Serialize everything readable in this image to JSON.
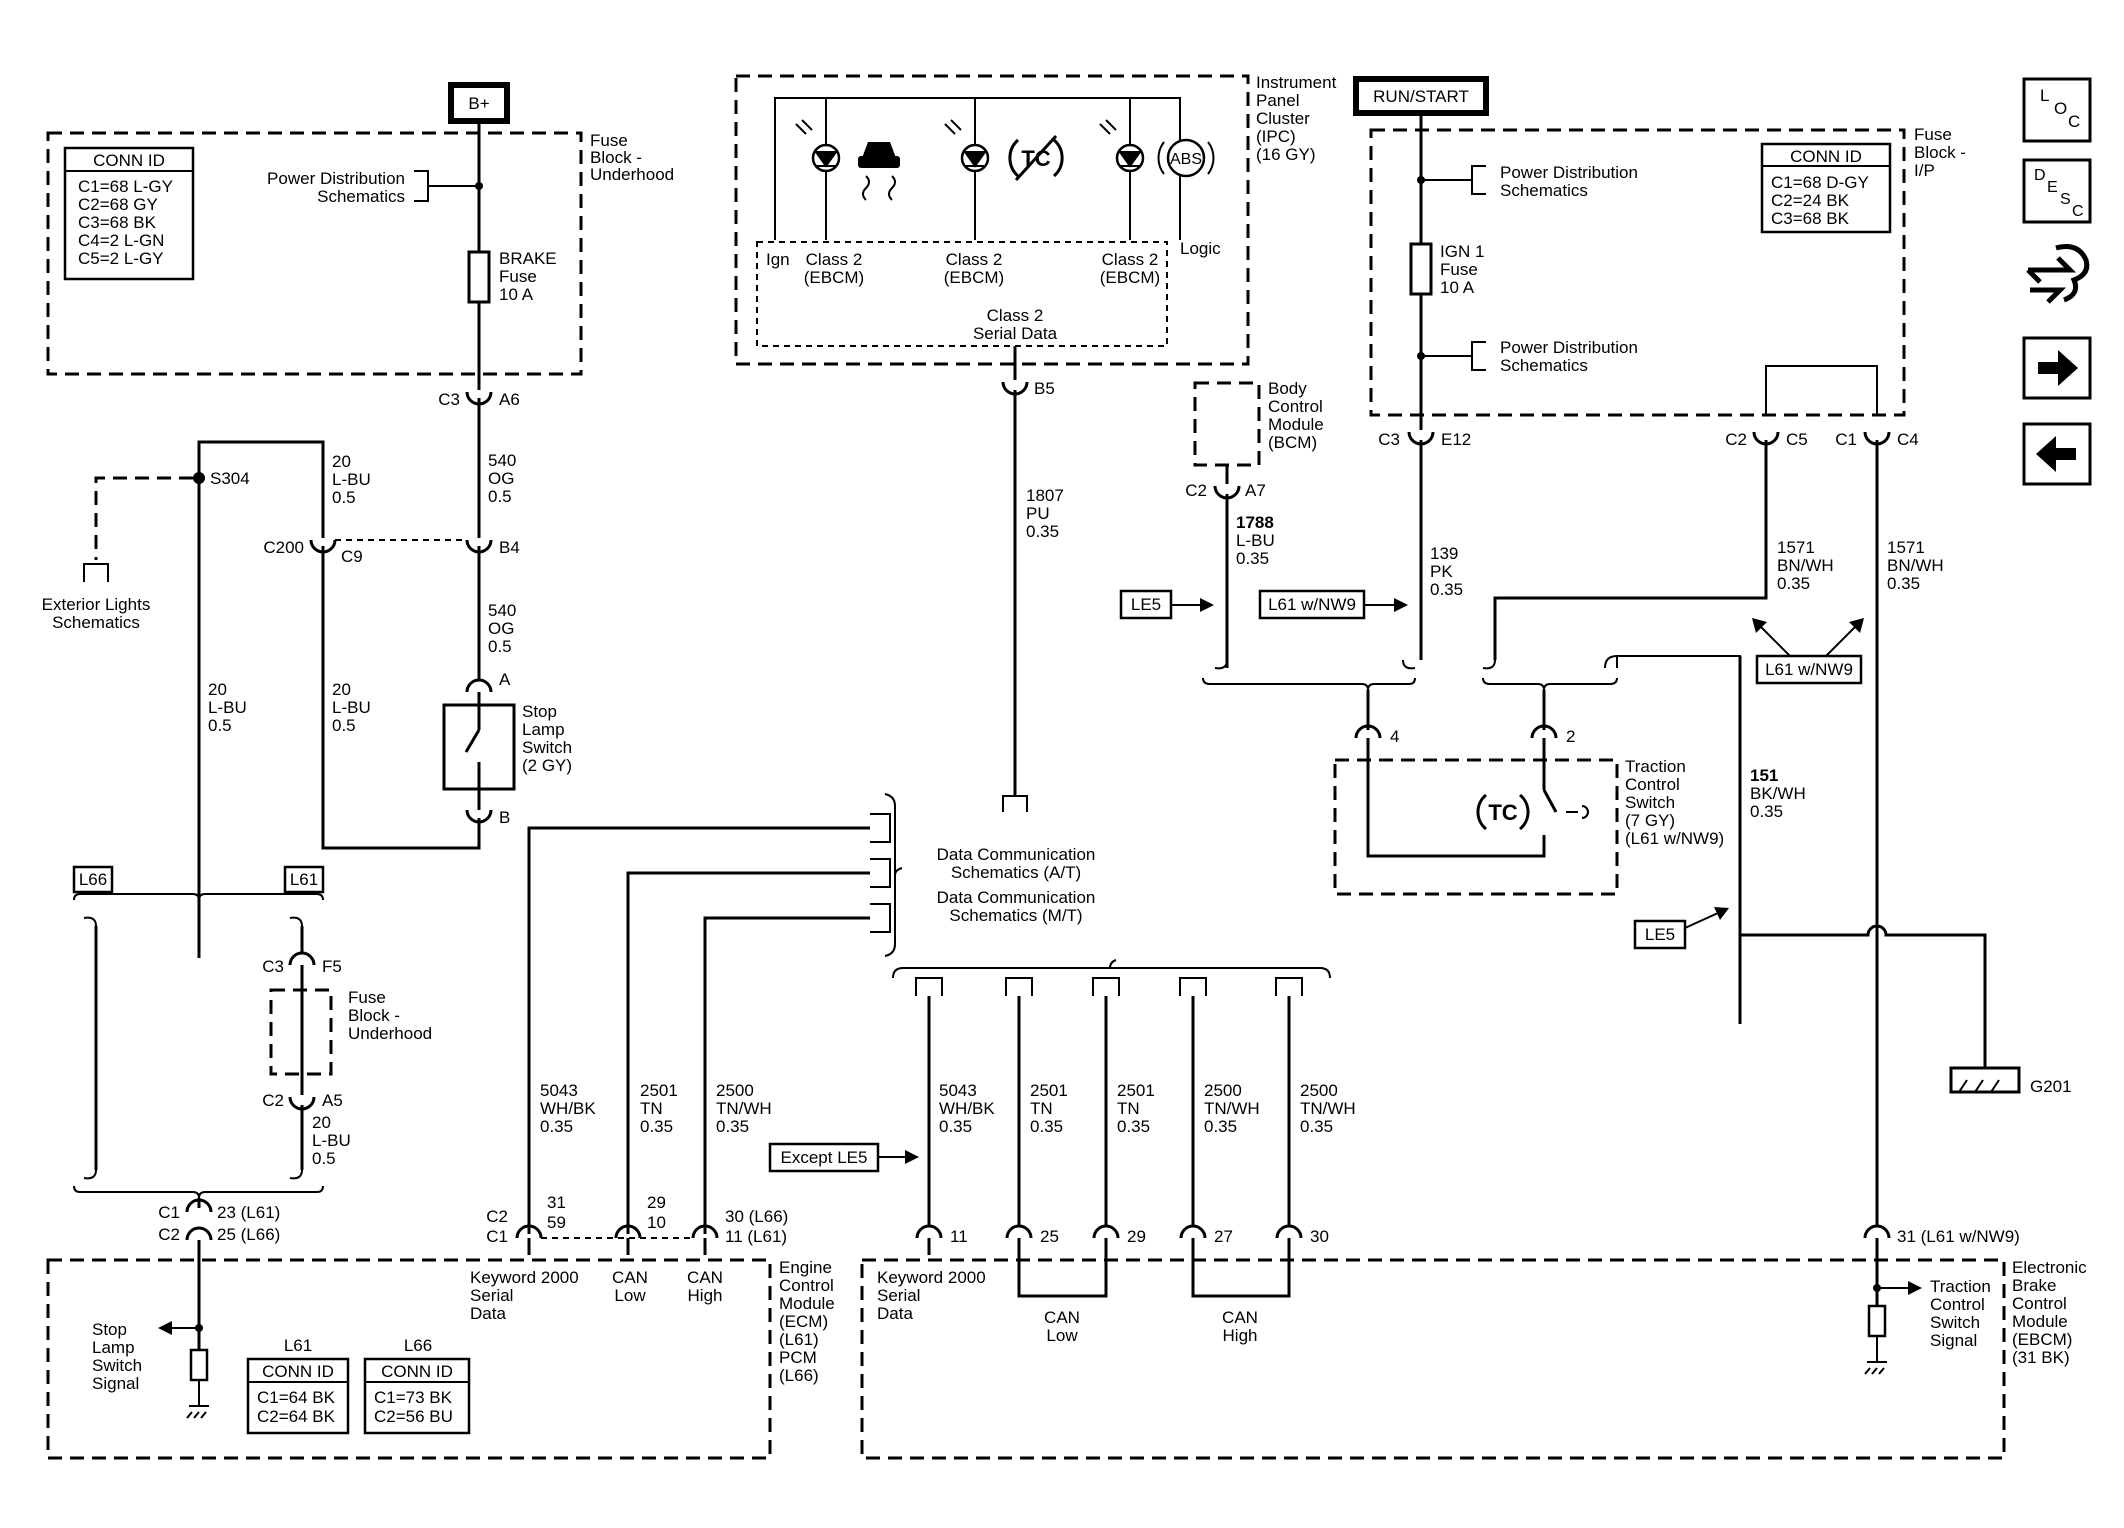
{
  "power": {
    "b_plus": "B+",
    "run_start": "RUN/START"
  },
  "fuse_block_underhood": {
    "title": [
      "Fuse",
      "Block -",
      "Underhood"
    ],
    "conn_id_title": "CONN ID",
    "conn_ids": [
      "C1=68 L-GY",
      "C2=68 GY",
      "C3=68 BK",
      "C4=2 L-GN",
      "C5=2 L-GY"
    ],
    "power_distribution": [
      "Power Distribution",
      "Schematics"
    ],
    "fuse": [
      "BRAKE",
      "Fuse",
      "10 A"
    ],
    "conn_left": "C3",
    "conn_right": "A6"
  },
  "fuse_block_ip": {
    "title": [
      "Fuse",
      "Block -",
      "I/P"
    ],
    "conn_id_title": "CONN ID",
    "conn_ids": [
      "C1=68 D-GY",
      "C2=24 BK",
      "C3=68 BK"
    ],
    "power_distribution_1": [
      "Power Distribution",
      "Schematics"
    ],
    "power_distribution_2": [
      "Power Distribution",
      "Schematics"
    ],
    "fuse": [
      "IGN 1",
      "Fuse",
      "10 A"
    ],
    "c3": "C3",
    "e12": "E12",
    "c2": "C2",
    "c5": "C5",
    "c1": "C1",
    "c4": "C4"
  },
  "ipc": {
    "title": [
      "Instrument",
      "Panel",
      "Cluster",
      "(IPC)",
      "(16 GY)"
    ],
    "ign": "Ign",
    "logic": "Logic",
    "class2_labels": [
      [
        "Class 2",
        "(EBCM)"
      ],
      [
        "Class 2",
        "(EBCM)"
      ],
      [
        "Class 2",
        "(EBCM)"
      ]
    ],
    "serial": [
      "Class 2",
      "Serial Data"
    ],
    "indicator_tc": "TC",
    "indicator_abs": "ABS",
    "connector": "B5"
  },
  "bcm": {
    "title": [
      "Body",
      "Control",
      "Module",
      "(BCM)"
    ],
    "c2": "C2",
    "a7": "A7"
  },
  "wires": {
    "w540_a": [
      "540",
      "OG",
      "0.5"
    ],
    "w540_b": [
      "540",
      "OG",
      "0.5"
    ],
    "w20_top": [
      "20",
      "L-BU",
      "0.5"
    ],
    "w20_left": [
      "20",
      "L-BU",
      "0.5"
    ],
    "w20_mid": [
      "20",
      "L-BU",
      "0.5"
    ],
    "w20_low": [
      "20",
      "L-BU",
      "0.5"
    ],
    "w1807": [
      "1807",
      "PU",
      "0.35"
    ],
    "w1788": [
      "1788",
      "L-BU",
      "0.35"
    ],
    "w139": [
      "139",
      "PK",
      "0.35"
    ],
    "w1571_a": [
      "1571",
      "BN/WH",
      "0.35"
    ],
    "w1571_b": [
      "1571",
      "BN/WH",
      "0.35"
    ],
    "w151": [
      "151",
      "BK/WH",
      "0.35"
    ],
    "ecm_5043": [
      "5043",
      "WH/BK",
      "0.35"
    ],
    "ecm_2501": [
      "2501",
      "TN",
      "0.35"
    ],
    "ecm_2500": [
      "2500",
      "TN/WH",
      "0.35"
    ],
    "ebcm_5043": [
      "5043",
      "WH/BK",
      "0.35"
    ],
    "ebcm_2501a": [
      "2501",
      "TN",
      "0.35"
    ],
    "ebcm_2501b": [
      "2501",
      "TN",
      "0.35"
    ],
    "ebcm_2500a": [
      "2500",
      "TN/WH",
      "0.35"
    ],
    "ebcm_2500b": [
      "2500",
      "TN/WH",
      "0.35"
    ]
  },
  "connectors": {
    "s304": "S304",
    "c200": "C200",
    "c9": "C9",
    "b4": "B4",
    "a": "A",
    "b": "B",
    "c3_f5": [
      "C3",
      "F5"
    ],
    "c2_a5": [
      "C2",
      "A5"
    ],
    "c1_23": [
      "C1",
      "23 (L61)"
    ],
    "c2_25": [
      "C2",
      "25 (L66)"
    ]
  },
  "stop_lamp_switch": [
    "Stop",
    "Lamp",
    "Switch",
    "(2 GY)"
  ],
  "exterior_lights": [
    "Exterior Lights",
    "Schematics"
  ],
  "fuse_block_underhood_2": [
    "Fuse",
    "Block -",
    "Underhood"
  ],
  "options": {
    "l66": "L66",
    "l61": "L61",
    "le5_a": "LE5",
    "l61_nw9_a": "L61 w/NW9",
    "l61_nw9_b": "L61 w/NW9",
    "le5_b": "LE5",
    "except_le5": "Except LE5"
  },
  "traction_switch": {
    "title": [
      "Traction",
      "Control",
      "Switch",
      "(7 GY)",
      "(L61 w/NW9)"
    ],
    "pin4": "4",
    "pin2": "2",
    "symbol": "TC"
  },
  "data_comm": {
    "at": [
      "Data Communication",
      "Schematics (A/T)"
    ],
    "mt": [
      "Data Communication",
      "Schematics (M/T)"
    ]
  },
  "ecm": {
    "title": [
      "Engine",
      "Control",
      "Module",
      "(ECM)",
      "(L61)",
      "PCM",
      "(L66)"
    ],
    "c2c1": [
      "C2",
      "C1"
    ],
    "pins_31_59": [
      "31",
      "59"
    ],
    "pins_29_10": [
      "29",
      "10"
    ],
    "pins_30_11": [
      "30 (L66)",
      "11 (L61)"
    ],
    "keyword": [
      "Keyword 2000",
      "Serial",
      "Data"
    ],
    "can_low": [
      "CAN",
      "Low"
    ],
    "can_high": [
      "CAN",
      "High"
    ],
    "stop_lamp_signal": [
      "Stop",
      "Lamp",
      "Switch",
      "Signal"
    ],
    "l61": "L61",
    "l66": "L66",
    "conn_l61_title": "CONN ID",
    "conn_l61": [
      "C1=64 BK",
      "C2=64 BK"
    ],
    "conn_l66_title": "CONN ID",
    "conn_l66": [
      "C1=73 BK",
      "C2=56 BU"
    ]
  },
  "ebcm": {
    "title": [
      "Electronic",
      "Brake",
      "Control",
      "Module",
      "(EBCM)",
      "(31 BK)"
    ],
    "keyword": [
      "Keyword 2000",
      "Serial",
      "Data"
    ],
    "pin11": "11",
    "pin25": "25",
    "pin29": "29",
    "pin27": "27",
    "pin30": "30",
    "pin31": "31 (L61 w/NW9)",
    "can_low": [
      "CAN",
      "Low"
    ],
    "can_high": [
      "CAN",
      "High"
    ],
    "traction_signal": [
      "Traction",
      "Control",
      "Switch",
      "Signal"
    ]
  },
  "ground": "G201",
  "nav": {
    "loc": [
      "L",
      "O",
      "C"
    ],
    "desc": [
      "D",
      "E",
      "S",
      "C"
    ]
  }
}
